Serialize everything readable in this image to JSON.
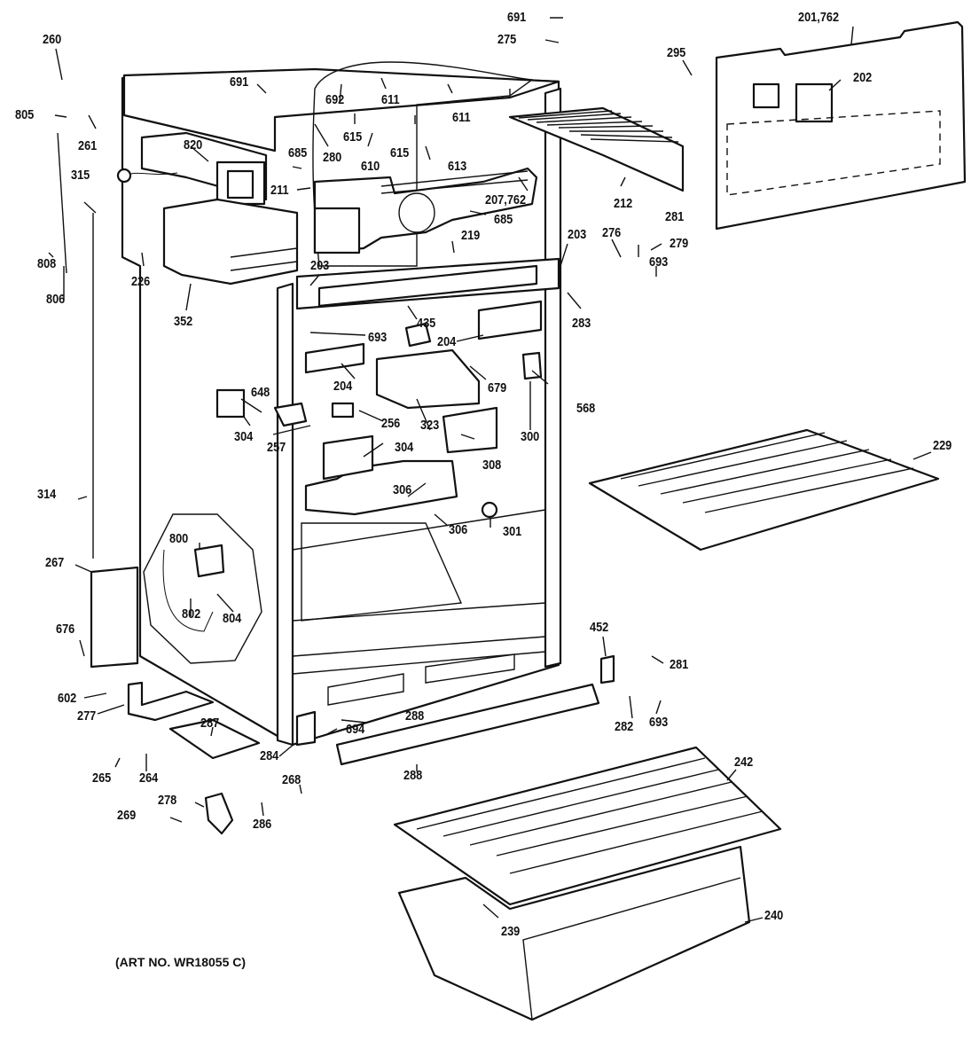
{
  "diagram": {
    "title": "Refrigerator cabinet parts exploded view",
    "art_number": "(ART NO. WR18055 C)",
    "labels": [
      {
        "id": "260",
        "text": "260"
      },
      {
        "id": "805",
        "text": "805"
      },
      {
        "id": "261",
        "text": "261"
      },
      {
        "id": "315",
        "text": "315"
      },
      {
        "id": "808",
        "text": "808"
      },
      {
        "id": "806",
        "text": "806"
      },
      {
        "id": "226",
        "text": "226"
      },
      {
        "id": "352",
        "text": "352"
      },
      {
        "id": "820",
        "text": "820"
      },
      {
        "id": "691a",
        "text": "691"
      },
      {
        "id": "692",
        "text": "692"
      },
      {
        "id": "611a",
        "text": "611"
      },
      {
        "id": "611b",
        "text": "611"
      },
      {
        "id": "615a",
        "text": "615"
      },
      {
        "id": "615b",
        "text": "615"
      },
      {
        "id": "610",
        "text": "610"
      },
      {
        "id": "613",
        "text": "613"
      },
      {
        "id": "280",
        "text": "280"
      },
      {
        "id": "685a",
        "text": "685"
      },
      {
        "id": "211",
        "text": "211"
      },
      {
        "id": "207",
        "text": "207,762"
      },
      {
        "id": "685b",
        "text": "685"
      },
      {
        "id": "691b",
        "text": "691"
      },
      {
        "id": "275",
        "text": "275"
      },
      {
        "id": "295",
        "text": "295"
      },
      {
        "id": "201",
        "text": "201,762"
      },
      {
        "id": "202",
        "text": "202"
      },
      {
        "id": "212",
        "text": "212"
      },
      {
        "id": "281a",
        "text": "281"
      },
      {
        "id": "279",
        "text": "279"
      },
      {
        "id": "693a",
        "text": "693"
      },
      {
        "id": "276",
        "text": "276"
      },
      {
        "id": "203a",
        "text": "203"
      },
      {
        "id": "283",
        "text": "283"
      },
      {
        "id": "219",
        "text": "219"
      },
      {
        "id": "203b",
        "text": "203"
      },
      {
        "id": "435",
        "text": "435"
      },
      {
        "id": "693b",
        "text": "693"
      },
      {
        "id": "204a",
        "text": "204"
      },
      {
        "id": "204b",
        "text": "204"
      },
      {
        "id": "679",
        "text": "679"
      },
      {
        "id": "568",
        "text": "568"
      },
      {
        "id": "300",
        "text": "300"
      },
      {
        "id": "648",
        "text": "648"
      },
      {
        "id": "304a",
        "text": "304"
      },
      {
        "id": "257",
        "text": "257"
      },
      {
        "id": "256",
        "text": "256"
      },
      {
        "id": "323",
        "text": "323"
      },
      {
        "id": "304b",
        "text": "304"
      },
      {
        "id": "308",
        "text": "308"
      },
      {
        "id": "306a",
        "text": "306"
      },
      {
        "id": "306b",
        "text": "306"
      },
      {
        "id": "301",
        "text": "301"
      },
      {
        "id": "229",
        "text": "229"
      },
      {
        "id": "314",
        "text": "314"
      },
      {
        "id": "267",
        "text": "267"
      },
      {
        "id": "800",
        "text": "800"
      },
      {
        "id": "802",
        "text": "802"
      },
      {
        "id": "804",
        "text": "804"
      },
      {
        "id": "676",
        "text": "676"
      },
      {
        "id": "602",
        "text": "602"
      },
      {
        "id": "277",
        "text": "277"
      },
      {
        "id": "287",
        "text": "287"
      },
      {
        "id": "265",
        "text": "265"
      },
      {
        "id": "264",
        "text": "264"
      },
      {
        "id": "284",
        "text": "284"
      },
      {
        "id": "268",
        "text": "268"
      },
      {
        "id": "278",
        "text": "278"
      },
      {
        "id": "269",
        "text": "269"
      },
      {
        "id": "286",
        "text": "286"
      },
      {
        "id": "694",
        "text": "694"
      },
      {
        "id": "288a",
        "text": "288"
      },
      {
        "id": "288b",
        "text": "288"
      },
      {
        "id": "452",
        "text": "452"
      },
      {
        "id": "281b",
        "text": "281"
      },
      {
        "id": "282",
        "text": "282"
      },
      {
        "id": "693c",
        "text": "693"
      },
      {
        "id": "242",
        "text": "242"
      },
      {
        "id": "240",
        "text": "240"
      },
      {
        "id": "239",
        "text": "239"
      }
    ]
  }
}
